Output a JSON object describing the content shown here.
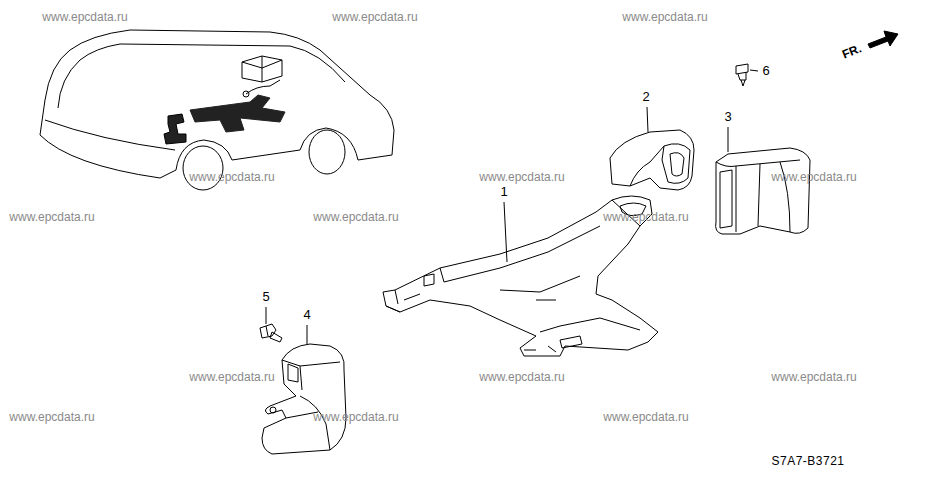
{
  "diagram": {
    "labels": [
      "www.epcdata.ru",
      "www.epcdata.ru",
      "www.epcdata.ru",
      "www.epcdata.ru",
      "www.epcdata.ru",
      "www.epcdata.ru",
      "www.epcdata.ru",
      "www.epcdata.ru",
      "www.epcdata.ru",
      "www.epcdata.ru",
      "www.epcdata.ru",
      "www.epcdata.ru",
      "www.epcdata.ru",
      "www.epcdata.ru",
      "www.epcdata.ru",
      "FR.",
      "6",
      "2",
      "3",
      "1",
      "5",
      "4",
      "S7A7-B3721"
    ]
  }
}
